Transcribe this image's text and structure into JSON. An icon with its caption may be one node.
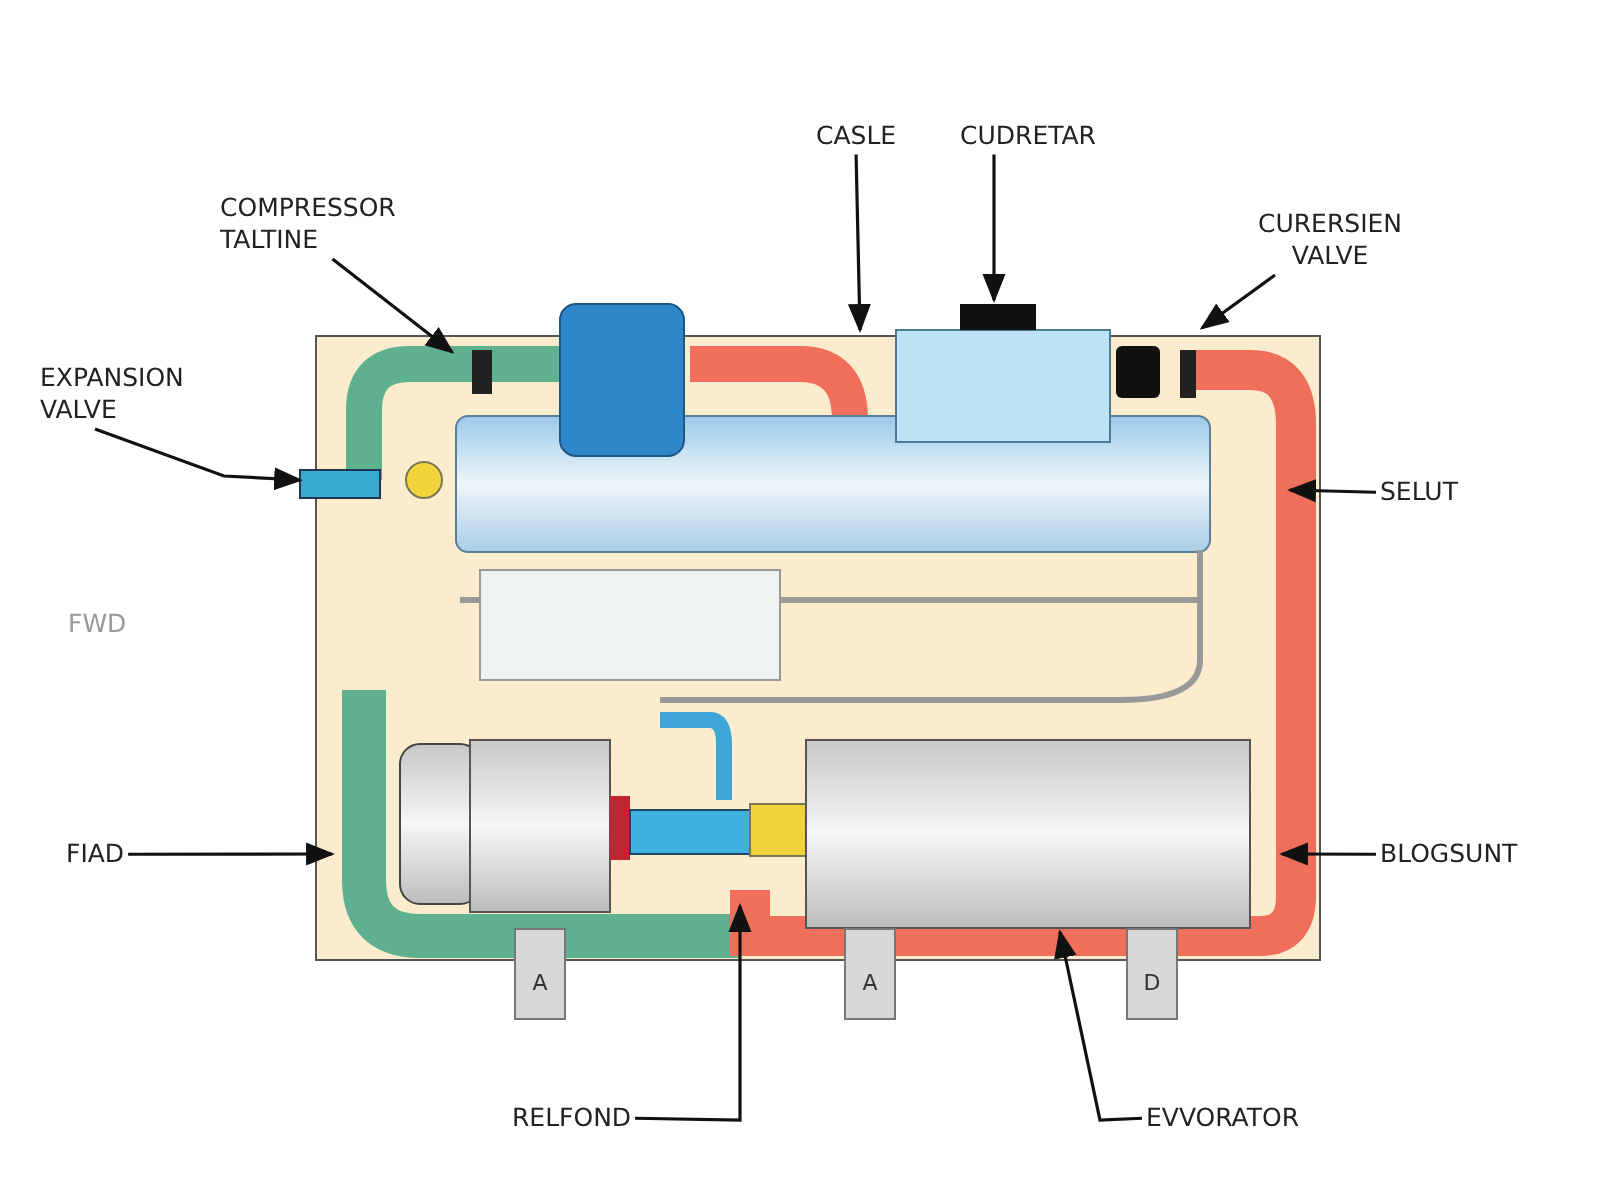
{
  "diagram": {
    "nodes": [
      {
        "text": [
          "COMPRESSOR TALTINE"
        ]
      },
      {
        "text": [
          "EXPANSION VALVE"
        ]
      },
      {
        "text": [
          "CASLE"
        ]
      },
      {
        "text": [
          "CUDRETAR"
        ]
      },
      {
        "text": [
          "CURERSIEN VALVE"
        ]
      },
      {
        "text": [
          "SELUT"
        ]
      },
      {
        "text": [
          "FIAD"
        ]
      },
      {
        "text": [
          "BLOGSUNT"
        ]
      },
      {
        "text": [
          "RELFOND"
        ]
      },
      {
        "text": [
          "EVVORATOR"
        ]
      },
      {
        "text": [
          "A"
        ]
      },
      {
        "text": [
          "A"
        ]
      },
      {
        "text": [
          "D"
        ]
      }
    ],
    "edges": [
      {
        "from": 0,
        "to": null,
        "arrow": "to"
      },
      {
        "from": 1,
        "to": null,
        "arrow": "to"
      },
      {
        "from": 2,
        "to": null,
        "arrow": "to"
      },
      {
        "from": 3,
        "to": null,
        "arrow": "to"
      },
      {
        "from": 4,
        "to": null,
        "arrow": "to"
      },
      {
        "from": 5,
        "to": null,
        "arrow": "to"
      },
      {
        "from": 6,
        "to": null,
        "arrow": "to"
      },
      {
        "from": 7,
        "to": null,
        "arrow": "to"
      },
      {
        "from": 8,
        "to": null,
        "arrow": "to"
      },
      {
        "from": 9,
        "to": null,
        "arrow": "to"
      }
    ],
    "labels": [
      "FWD"
    ]
  }
}
